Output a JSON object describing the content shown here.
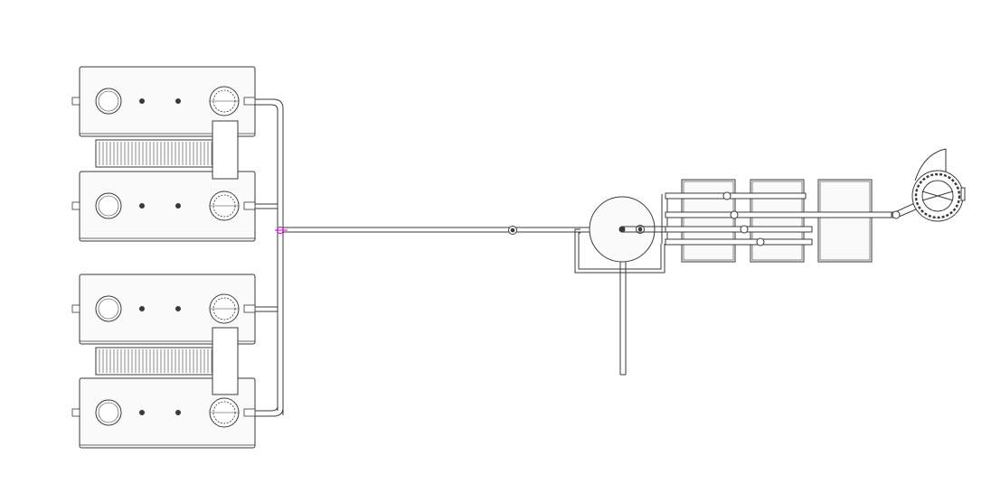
{
  "diagram": {
    "colors": {
      "background": "#ffffff",
      "line": "#3a3a3a",
      "pipe_fill": "#ffffff",
      "tank_fill": "#fafafa",
      "joint_marker": "#d400d4"
    },
    "components": {
      "storage_tanks": 4,
      "heat_exchangers": 2,
      "separator_vessels": 1,
      "filter_units": 3,
      "blowers": 1
    }
  }
}
